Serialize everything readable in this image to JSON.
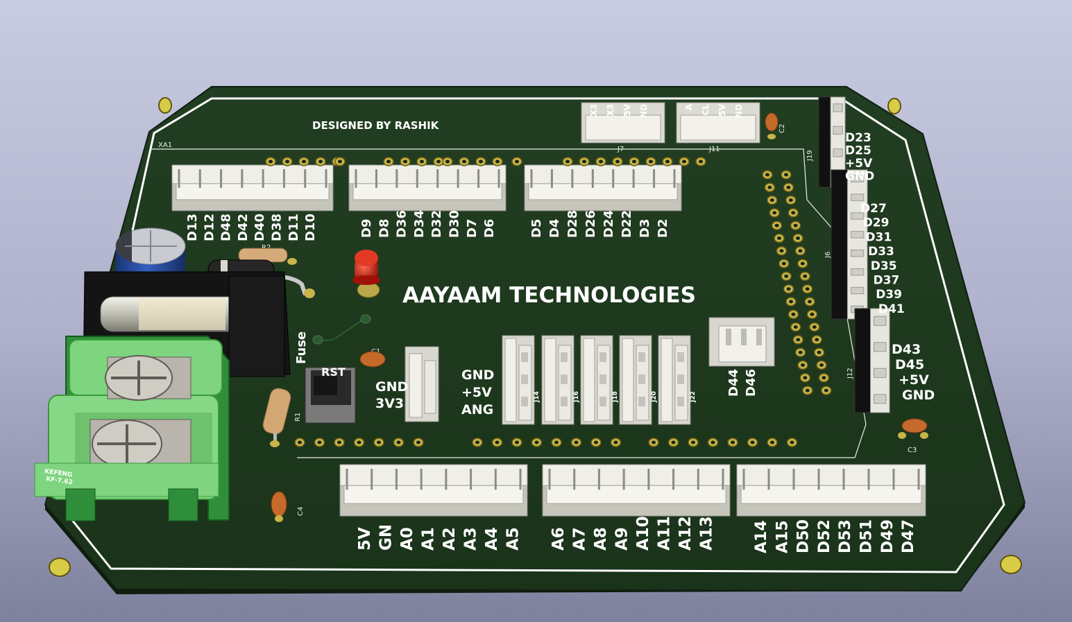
{
  "board": {
    "designer_text": "DESIGNED BY RASHIK",
    "company_text": "AAYAAM TECHNOLOGIES",
    "ref_xa1": "XA1",
    "fuse_label": "Fuse",
    "reset_label": "RST",
    "r1_label": "R1",
    "r2_label": "R2",
    "c1_label": "C1",
    "c2_label": "C2",
    "c3_label": "C3",
    "c4_label": "C4",
    "j7_label": "J7",
    "j11_label": "J11",
    "j19_label": "J19",
    "j6_label": "J6",
    "j12_label": "J12",
    "terminal_brand": "KEFENG",
    "terminal_model": "KF-7.62"
  },
  "labels": {
    "top_left": [
      "D13",
      "D12",
      "D48",
      "D42",
      "D40",
      "D38",
      "D11",
      "D10"
    ],
    "top_mid": [
      "D9",
      "D8",
      "D36",
      "D34",
      "D32",
      "D30",
      "D7",
      "D6"
    ],
    "top_right": [
      "D5",
      "D4",
      "D28",
      "D26",
      "D24",
      "D22",
      "D3",
      "D2"
    ],
    "bottom_left": [
      "5V",
      "GN",
      "A0",
      "A1",
      "A2",
      "A3",
      "A4",
      "A5"
    ],
    "bottom_mid": [
      "A6",
      "A7",
      "A8",
      "A9",
      "A10",
      "A11",
      "A12",
      "A13"
    ],
    "bottom_right": [
      "A14",
      "A15",
      "D50",
      "D52",
      "D53",
      "D51",
      "D49",
      "D47"
    ],
    "j7_pins": [
      "X3",
      "X3",
      "5V",
      "ND"
    ],
    "j11_pins": [
      "A",
      "CL",
      "5V",
      "ND"
    ],
    "j19_pins": [
      "D23",
      "D25",
      "+5V",
      "GND"
    ],
    "j6_pins": [
      "D27",
      "D29",
      "D31",
      "D33",
      "D35",
      "D37",
      "D39",
      "D41"
    ],
    "j12_pins": [
      "D43",
      "D45",
      "+5V",
      "GND"
    ],
    "gnd_3v3": [
      "GND",
      "3V3"
    ],
    "servo_header": [
      "GND",
      "+5V",
      "ANG"
    ],
    "d44_d46": [
      "D44",
      "D46"
    ],
    "servo_refs": [
      "J14",
      "J16",
      "J18",
      "J20",
      "J22"
    ]
  },
  "colors": {
    "background_top": "#c9cbe2",
    "pcb": "#1f3a1e",
    "pcb_edge": "#0f1f0f",
    "silkscreen": "#ffffff",
    "pad_gold": "#c8b44a",
    "connector_white": "#e9e8e0",
    "terminal_green": "#7fd47f",
    "led_red": "#c01810",
    "capacitor_blue": "#1f3f8e",
    "ceramic_cap": "#c56a2a"
  }
}
